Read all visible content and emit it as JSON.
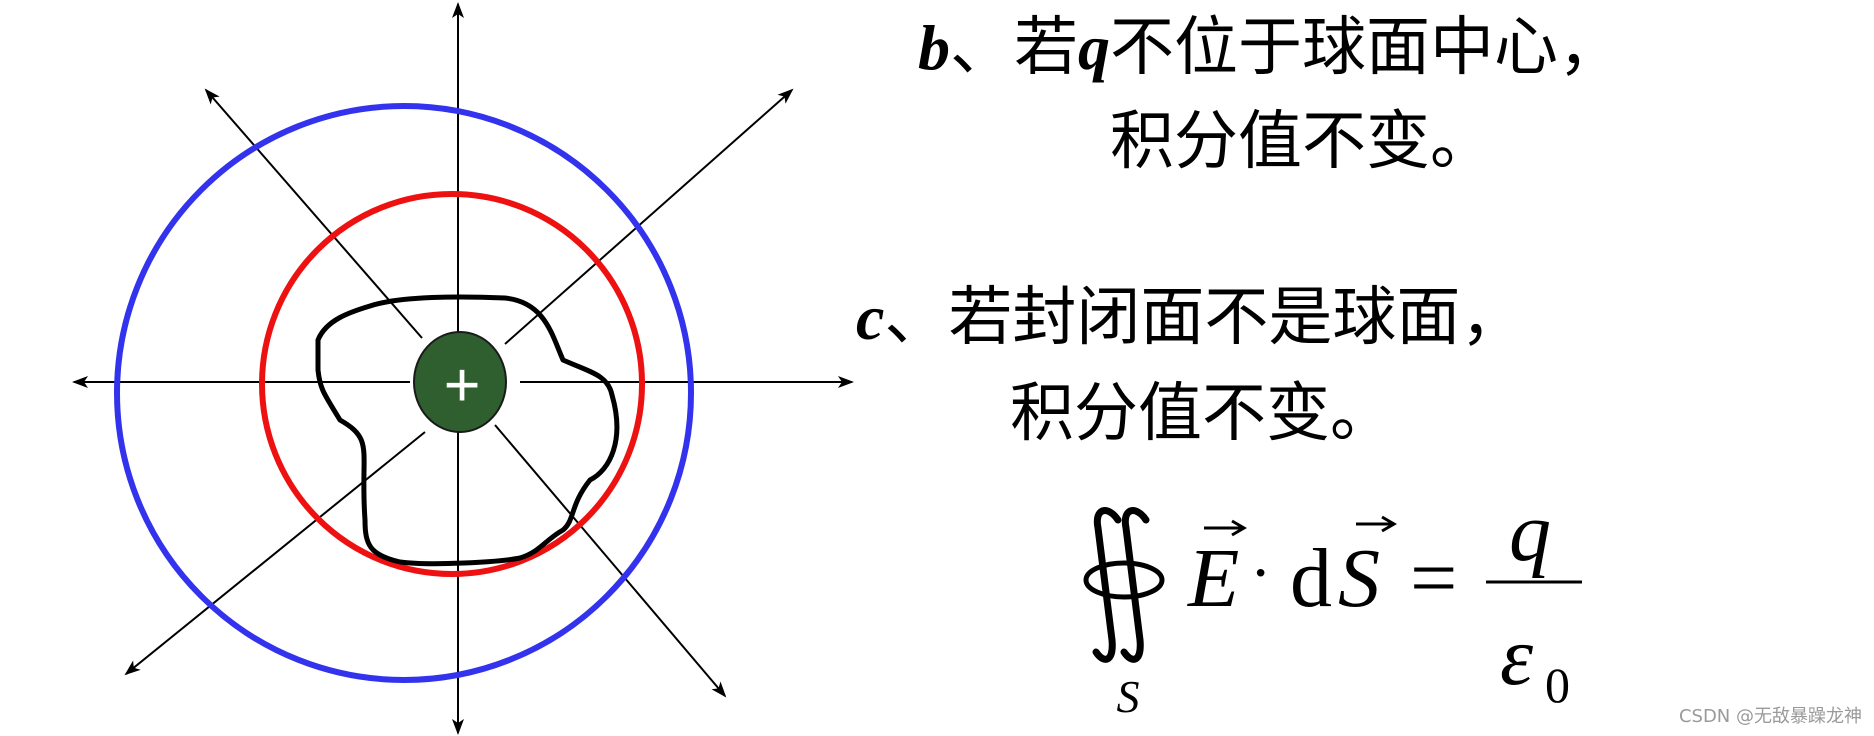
{
  "statements": {
    "b": {
      "label": "b",
      "part1": "、若",
      "q": "q",
      "part2": "不位于球面中心，",
      "line2": "积分值不变。"
    },
    "c": {
      "label": "c",
      "part1": "、若封闭面不是球面，",
      "line2": "积分值不变。"
    }
  },
  "formula": {
    "E": "E",
    "dot": "·",
    "d": "d",
    "S": "S",
    "equals": "=",
    "numerator": "q",
    "denominator": "ε",
    "subscript": "0",
    "surface_label": "S"
  },
  "charge": {
    "sign": "+",
    "color": "#2f5e2f"
  },
  "colors": {
    "outer_sphere": "#3333ee",
    "inner_sphere": "#ee1111",
    "irregular_surface": "#000000",
    "field_lines": "#000000"
  },
  "watermark": "CSDN @无敌暴躁龙神"
}
